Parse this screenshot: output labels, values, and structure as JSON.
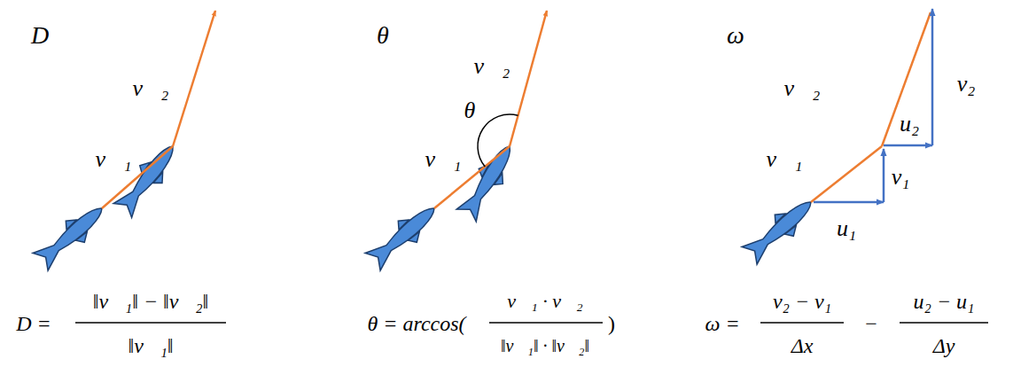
{
  "diagram": {
    "labels": [
      "D",
      "v⃗₂",
      "v⃗₁",
      "D =",
      "‖v⃗₁‖ − ‖v⃗₂‖",
      "‖v⃗₁‖",
      "θ",
      "v⃗₂",
      "θ",
      "v⃗₁",
      "θ = arccos(",
      "v⃗₁ · v⃗₂",
      "‖v⃗₁‖ · ‖v⃗₂‖",
      ")",
      "ω",
      "v⃗₂",
      "v⃗₁",
      "v₂",
      "u₂",
      "v₁",
      "u₁",
      "ω =",
      "v₂ − v₁",
      "Δx",
      "−",
      "u₂ − u₁",
      "Δy"
    ]
  }
}
